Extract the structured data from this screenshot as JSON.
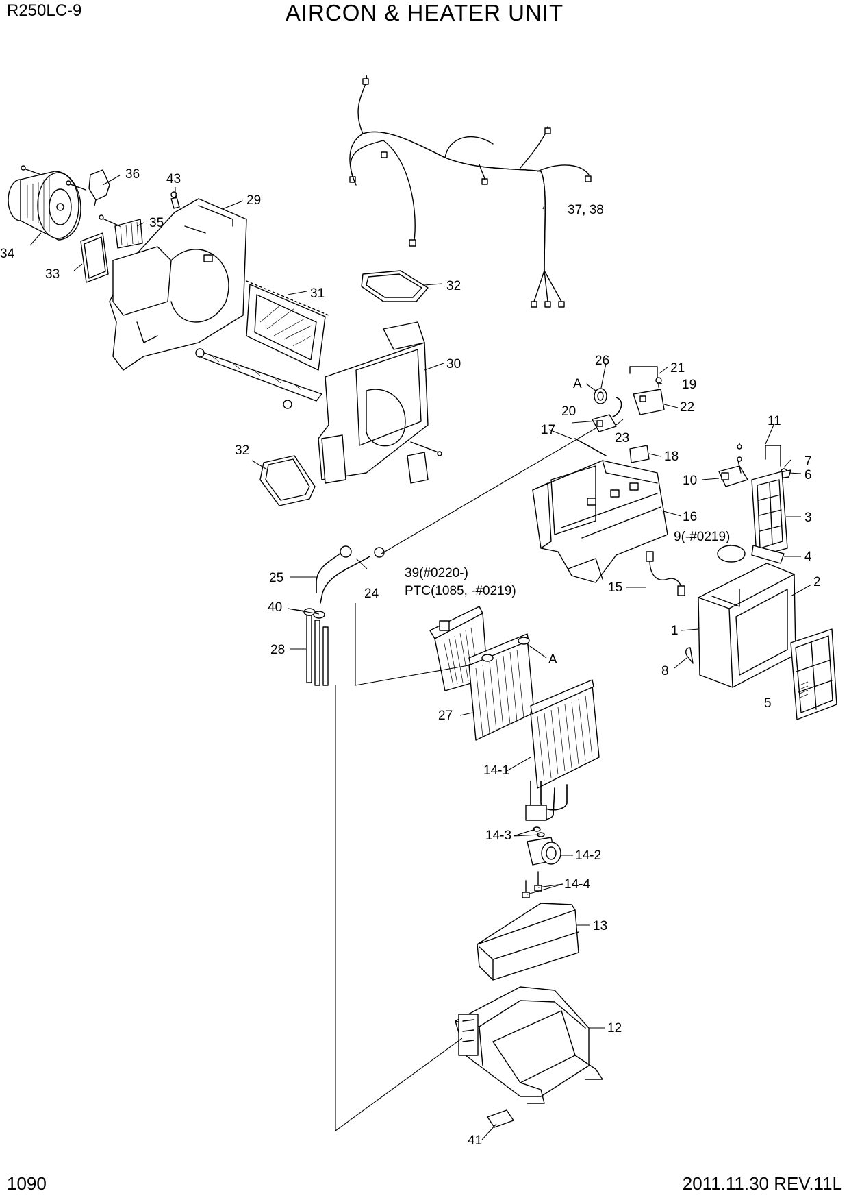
{
  "header": {
    "model": "R250LC-9",
    "title": "AIRCON & HEATER UNIT"
  },
  "footer": {
    "page_number": "1090",
    "revision": "2011.11.30  REV.11L"
  },
  "callouts": {
    "c1": "1",
    "c2": "2",
    "c3": "3",
    "c4": "4",
    "c5": "5",
    "c6": "6",
    "c7": "7",
    "c8": "8",
    "c9": "9(-#0219)",
    "c10": "10",
    "c11": "11",
    "c12": "12",
    "c13": "13",
    "c14_1": "14-1",
    "c14_2": "14-2",
    "c14_3": "14-3",
    "c14_4": "14-4",
    "c15": "15",
    "c16": "16",
    "c17": "17",
    "c18": "18",
    "c19": "19",
    "c20": "20",
    "c21": "21",
    "c22": "22",
    "c23": "23",
    "c24": "24",
    "c25": "25",
    "c26": "26",
    "c27": "27",
    "c28": "28",
    "c29": "29",
    "c30": "30",
    "c31": "31",
    "c32a": "32",
    "c32b": "32",
    "c33": "33",
    "c34": "34",
    "c35": "35",
    "c36": "36",
    "c37_38": "37, 38",
    "c39": "39(#0220-)",
    "c39b": "PTC(1085, -#0219)",
    "c40": "40",
    "c41": "41",
    "c43": "43",
    "cA1": "A",
    "cA2": "A"
  }
}
